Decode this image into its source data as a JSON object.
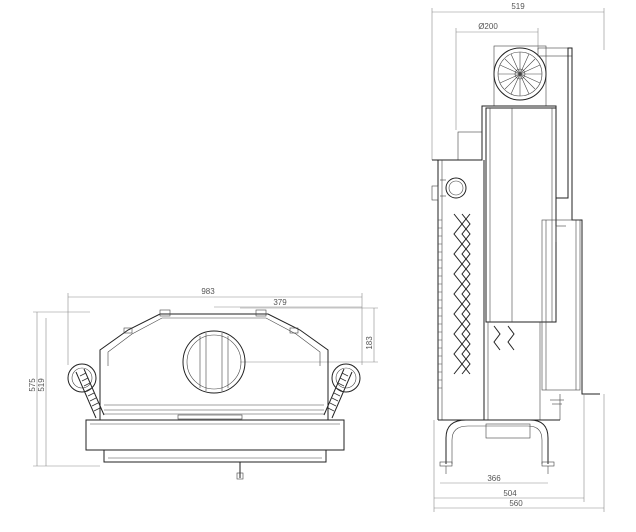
{
  "front_view": {
    "dims": {
      "width_overall": "983",
      "center_offset": "379",
      "flue_height": "183",
      "height_total": "575",
      "height_body": "519"
    }
  },
  "side_view": {
    "dims": {
      "top_width": "519",
      "flue_diameter": "Ø200",
      "base_depth": "366",
      "depth_body": "504",
      "depth_total": "560"
    }
  }
}
